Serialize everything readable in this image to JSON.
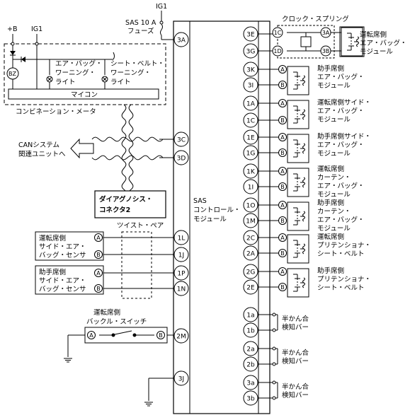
{
  "power": {
    "ig1_top": "IG1",
    "fuse_line1": "SAS 10 A",
    "fuse_line2": "フューズ",
    "plus_b": "+B",
    "ig1_left": "IG1"
  },
  "meter": {
    "airbag_warning": [
      "エア・バッグ・",
      "ワーニング・",
      "ライト"
    ],
    "seatbelt_warning": [
      "シート・ベルト・",
      "ワーニング・",
      "ライト"
    ],
    "buzzer": "BZ",
    "microcomputer": "マイコン",
    "name": "コンビネーション・メータ"
  },
  "can": {
    "label_line1": "CANシステム",
    "label_line2": "関連ユニットへ"
  },
  "diag_connector": {
    "line1": "ダイアグノシス・",
    "line2": "コネクタ2"
  },
  "sas": {
    "line1": "SAS",
    "line2": "コントロール・",
    "line3": "モジュール",
    "left_pins": [
      "3A",
      "3C",
      "3D",
      "1L",
      "1J",
      "1P",
      "1N",
      "2M",
      "3J"
    ],
    "right_pins": [
      "3E",
      "3G",
      "3K",
      "3I",
      "1A",
      "1C",
      "1E",
      "1G",
      "1K",
      "1I",
      "1O",
      "1M",
      "2C",
      "2A",
      "2G",
      "2E",
      "1a",
      "1b",
      "2a",
      "2b",
      "3a",
      "3b"
    ]
  },
  "twist_pair": "ツイスト・ペア",
  "sensors": [
    {
      "lines": [
        "運転席側",
        "サイド・エア・",
        "バッグ・センサ"
      ]
    },
    {
      "lines": [
        "助手席側",
        "サイド・エア・",
        "バッグ・センサ"
      ]
    }
  ],
  "buckle": {
    "line1": "運転席側",
    "line2": "バックル・スイッチ"
  },
  "clock_spring": {
    "label": "クロック・スプリング",
    "pins": [
      "1C",
      "1D",
      "3A",
      "3B"
    ]
  },
  "modules": [
    {
      "lines": [
        "運転席側",
        "エア・バッグ・",
        "モジュール"
      ]
    },
    {
      "lines": [
        "助手席側",
        "エア・バッグ・",
        "モジュール"
      ]
    },
    {
      "lines": [
        "運転席側サイド・",
        "エア・バッグ・",
        "モジュール"
      ]
    },
    {
      "lines": [
        "助手席側サイド・",
        "エア・バッグ・",
        "モジュール"
      ]
    },
    {
      "lines": [
        "運転席側",
        "カーテン・",
        "エア・バッグ・",
        "モジュール"
      ]
    },
    {
      "lines": [
        "助手席側",
        "カーテン・",
        "エア・バッグ・",
        "モジュール"
      ]
    },
    {
      "lines": [
        "運転席側",
        "プリテンショナ・",
        "シート・ベルト"
      ]
    },
    {
      "lines": [
        "助手席側",
        "プリテンショナ・",
        "シート・ベルト"
      ]
    }
  ],
  "half_latch": [
    {
      "lines": [
        "半かん合",
        "検知バー"
      ]
    },
    {
      "lines": [
        "半かん合",
        "検知バー"
      ]
    },
    {
      "lines": [
        "半かん合",
        "検知バー"
      ]
    }
  ],
  "connector_letters": {
    "a": "A",
    "b": "B"
  }
}
